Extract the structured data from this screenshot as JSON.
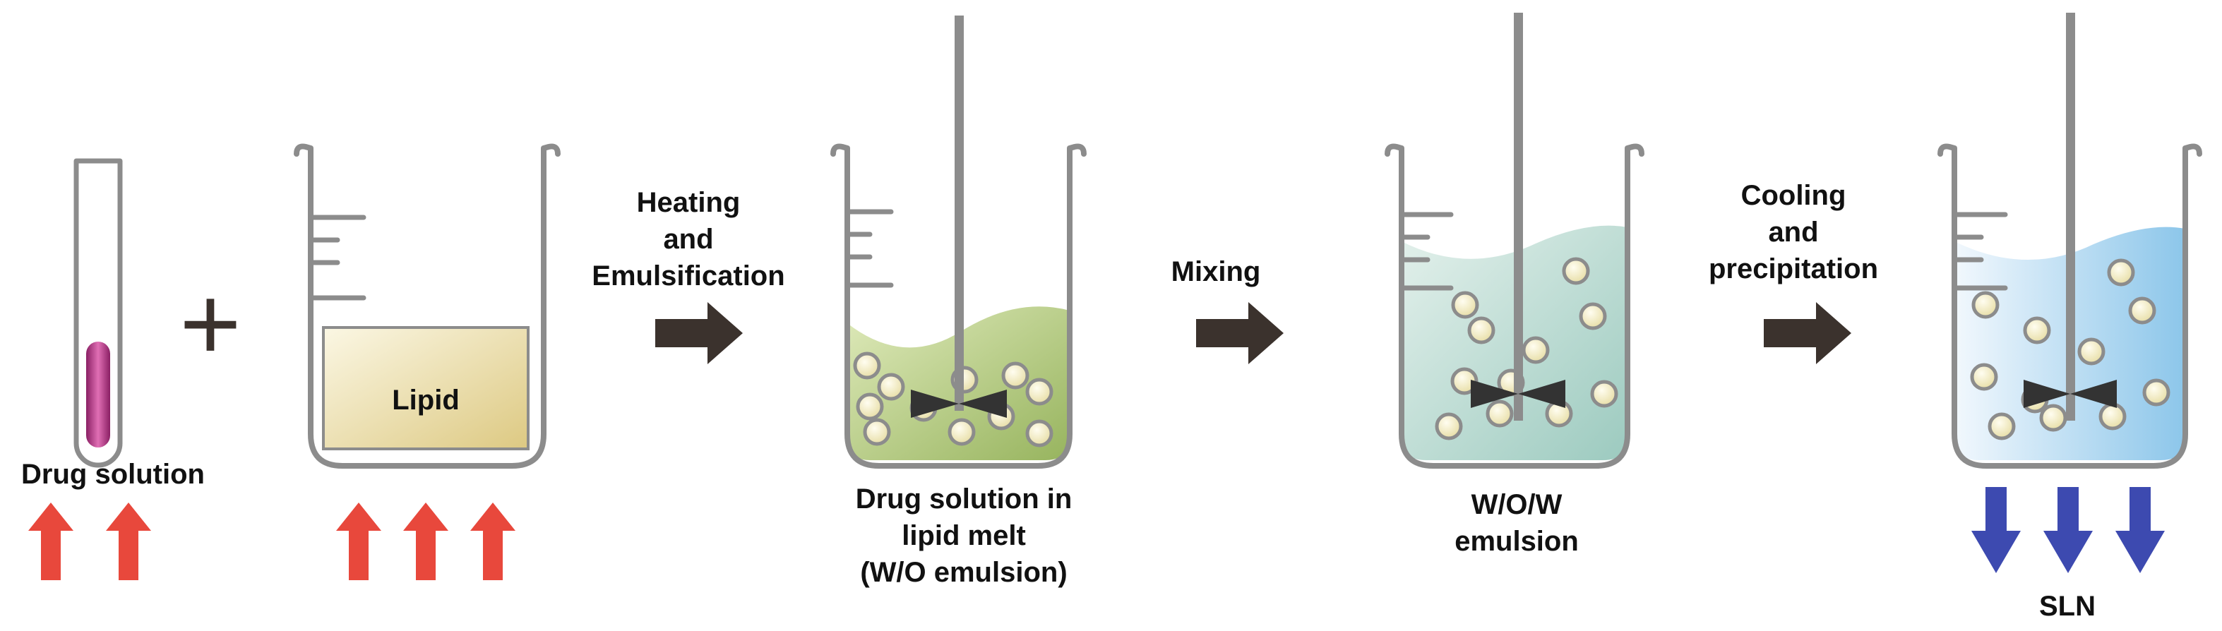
{
  "labels": {
    "drug_solution": "Drug solution",
    "plus": "+",
    "lipid": "Lipid",
    "heating": [
      "Heating",
      "and",
      "Emulsification"
    ],
    "beaker3_caption": [
      "Drug solution in",
      "lipid melt",
      "(W/O emulsion)"
    ],
    "mixing": "Mixing",
    "beaker4_caption": [
      "W/O/W",
      "emulsion"
    ],
    "cooling": [
      "Cooling",
      "and",
      "precipitation"
    ],
    "sln": "SLN"
  },
  "colors": {
    "outline": "#8c8c8c",
    "heat_arrow": "#e8483c",
    "cool_arrow": "#3d4ab0",
    "process_arrow": "#3b322d",
    "lipid_fill": "#e8dca0",
    "melt_fill": "#b2c97a",
    "wow_fill": "#b9d8cf",
    "sln_fill": "#a9d4ee",
    "droplet": "#f4eec2",
    "tube_liquid": "#c33e8f"
  }
}
